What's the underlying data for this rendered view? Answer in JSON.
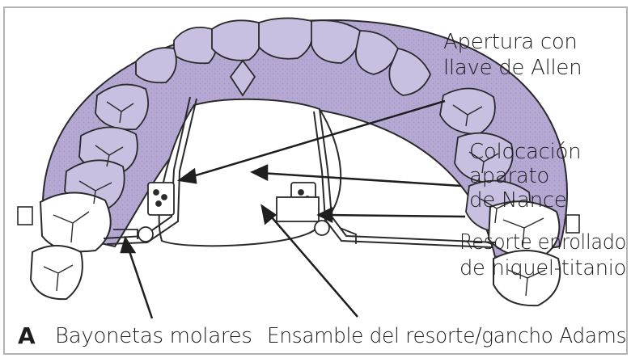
{
  "figure": {
    "panel_letter": "A",
    "colors": {
      "gum": "#b5a8d3",
      "gum_light": "#d4cbe6",
      "line": "#2a2a2a",
      "frame": "#b6b2ae"
    },
    "labels": {
      "apertura_line1": "Apertura con",
      "apertura_line2": "llave de Allen",
      "colocacion_line1": "Colocación",
      "colocacion_line2": "aparato",
      "colocacion_line3": "de Nance",
      "resorte_line1": "Resorte enrollado",
      "resorte_line2": "de niquel-titanio",
      "bayonetas": "Bayonetas molares",
      "ensamble": "Ensamble del resorte/gancho Adams"
    }
  }
}
